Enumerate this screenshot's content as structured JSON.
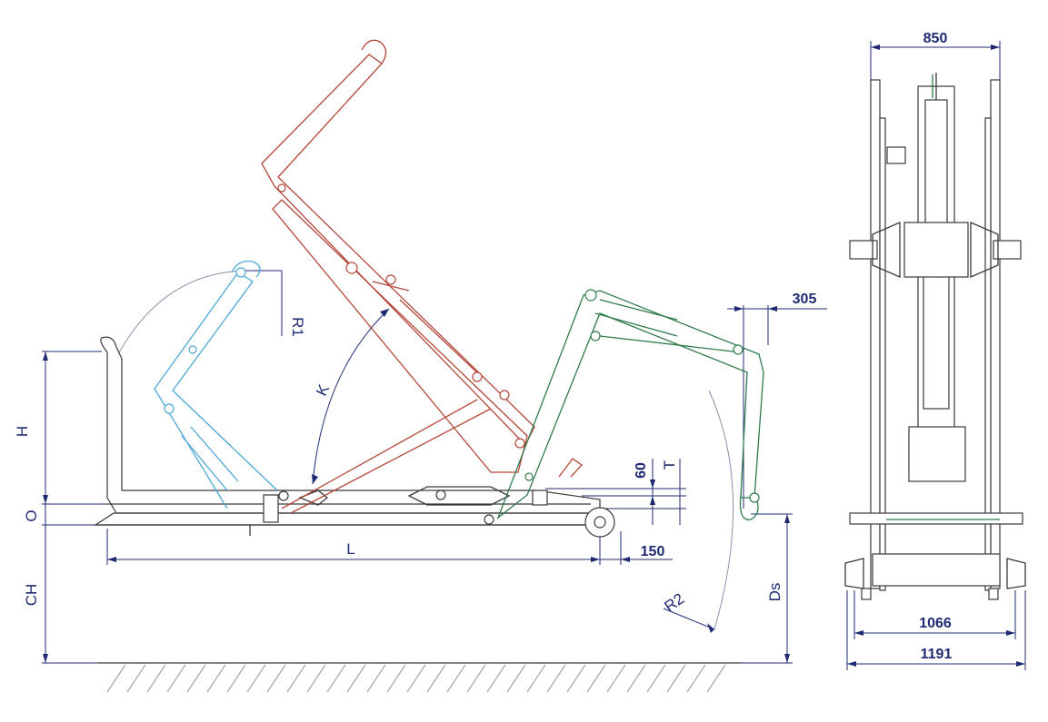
{
  "dimensions": {
    "width_top": "850",
    "width_mid": "1066",
    "width_bottom": "1191",
    "hook_offset": "305",
    "dim_60": "60",
    "dim_150": "150",
    "label_H": "H",
    "label_O": "O",
    "label_CH": "CH",
    "label_L": "L",
    "label_T": "T",
    "label_Ds": "Ds",
    "label_R1": "R1",
    "label_R2": "R2",
    "label_K": "K"
  },
  "colors": {
    "dimension": "#1e2b73",
    "frame": "#3a3a3a",
    "arm_raised": "#b3473a",
    "arm_start": "#4fa8d6",
    "arm_tip": "#2f7a4a"
  }
}
